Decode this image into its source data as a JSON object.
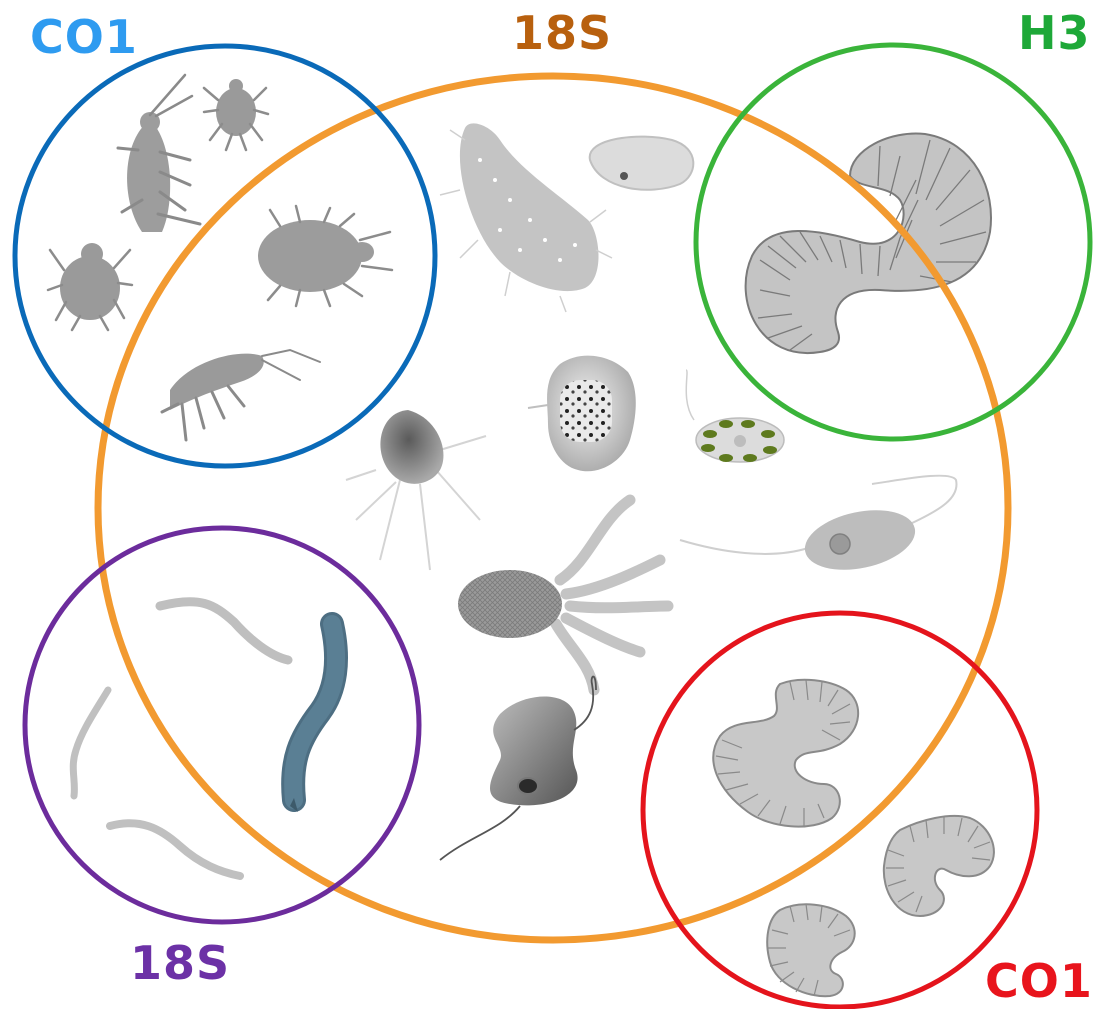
{
  "diagram": {
    "sets": [
      {
        "id": "co1-top",
        "label": "CO1",
        "color": "#2e9bf0",
        "stroke": "#0a6ab8"
      },
      {
        "id": "18s-main",
        "label": "18S",
        "color": "#b8600e",
        "stroke": "#f29a30"
      },
      {
        "id": "h3",
        "label": "H3",
        "color": "#1ea838",
        "stroke": "#3ab43a"
      },
      {
        "id": "18s-small",
        "label": "18S",
        "color": "#6c31a6",
        "stroke": "#6c2c9c"
      },
      {
        "id": "co1-bottom",
        "label": "CO1",
        "color": "#e8141c",
        "stroke": "#e4141c"
      }
    ],
    "organisms": [
      "springtail-icon",
      "mite-icon",
      "mite-icon",
      "tick-mite-icon",
      "amphipod-icon",
      "flagellate-icon",
      "ciliate-icon",
      "cyst-icon",
      "heliozoan-icon",
      "amoeba-icon",
      "green-algae-colony-icon",
      "euglenoid-icon",
      "suctorian-icon",
      "dinoflagellate-icon",
      "earthworm-icon",
      "nematode-icon",
      "nematode-icon",
      "nematode-icon",
      "nematode-icon",
      "enchytraeid-icon",
      "enchytraeid-icon",
      "enchytraeid-icon"
    ]
  }
}
